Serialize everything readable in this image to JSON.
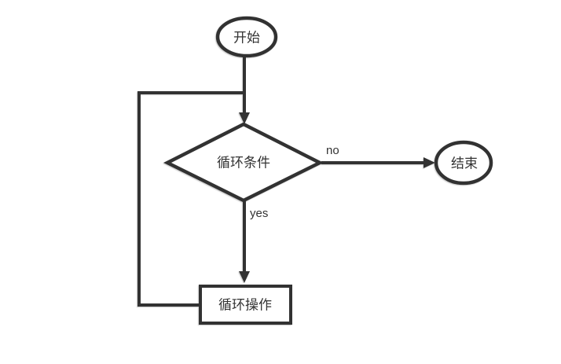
{
  "diagram": {
    "type": "flowchart",
    "background_color": "#ffffff",
    "stroke_color": "#333333",
    "text_color": "#333333",
    "nodes": {
      "start": {
        "label": "开始",
        "shape": "ellipse"
      },
      "condition": {
        "label": "循环条件",
        "shape": "diamond"
      },
      "end": {
        "label": "结束",
        "shape": "ellipse"
      },
      "operation": {
        "label": "循环操作",
        "shape": "rectangle"
      }
    },
    "edges": {
      "start_to_condition": {
        "label": ""
      },
      "condition_to_end": {
        "label": "no"
      },
      "condition_to_operation": {
        "label": "yes"
      },
      "operation_loopback": {
        "label": ""
      }
    }
  }
}
